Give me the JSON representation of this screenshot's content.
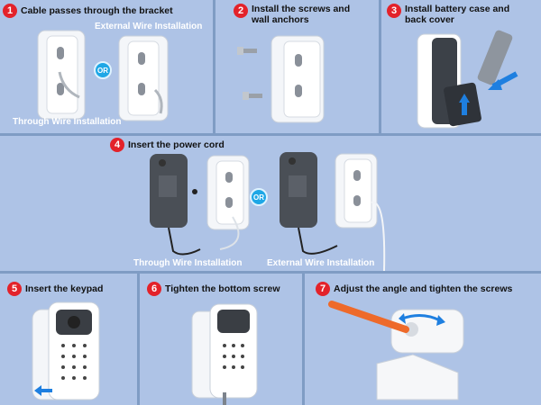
{
  "steps": [
    {
      "num": "1",
      "title": "Cable passes through the bracket"
    },
    {
      "num": "2",
      "title_line1": "Install the screws and",
      "title_line2": "wall anchors"
    },
    {
      "num": "3",
      "title_line1": "Install battery case and",
      "title_line2": "back cover"
    },
    {
      "num": "4",
      "title": "Insert the power cord"
    },
    {
      "num": "5",
      "title": "Insert the keypad"
    },
    {
      "num": "6",
      "title": "Tighten the bottom screw"
    },
    {
      "num": "7",
      "title": "Adjust the angle and tighten the screws"
    }
  ],
  "labels": {
    "external_wire": "External Wire Installation",
    "through_wire": "Through Wire Installation",
    "or": "OR"
  },
  "colors": {
    "background": "#aec3e6",
    "badge_red": "#e3222a",
    "or_blue": "#1ea7e6",
    "arrow_blue": "#1e7fe0",
    "tool_orange": "#ee6a2a"
  }
}
